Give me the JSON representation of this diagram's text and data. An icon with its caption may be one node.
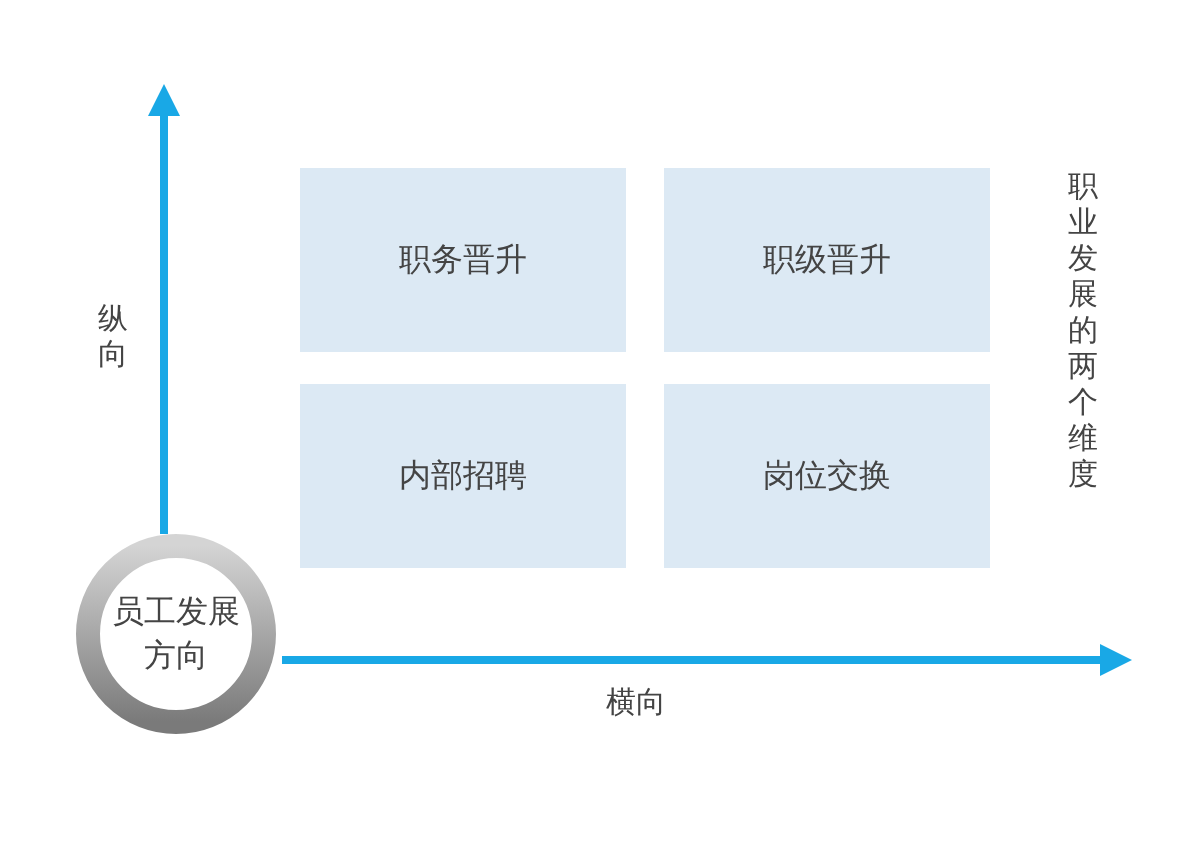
{
  "diagram": {
    "nodes": [
      {
        "text": [
          "职务晋升"
        ]
      },
      {
        "text": [
          "职级晋升"
        ]
      },
      {
        "text": [
          "内部招聘"
        ]
      },
      {
        "text": [
          "岗位交换"
        ]
      },
      {
        "text": [
          "员工发展方向"
        ]
      }
    ],
    "edges": [
      {
        "from": 4,
        "to": null,
        "arrow": "to",
        "label": "纵向"
      },
      {
        "from": 4,
        "to": null,
        "arrow": "to",
        "label": "横向"
      }
    ],
    "labels": [
      "职业发展的两个维度"
    ]
  }
}
